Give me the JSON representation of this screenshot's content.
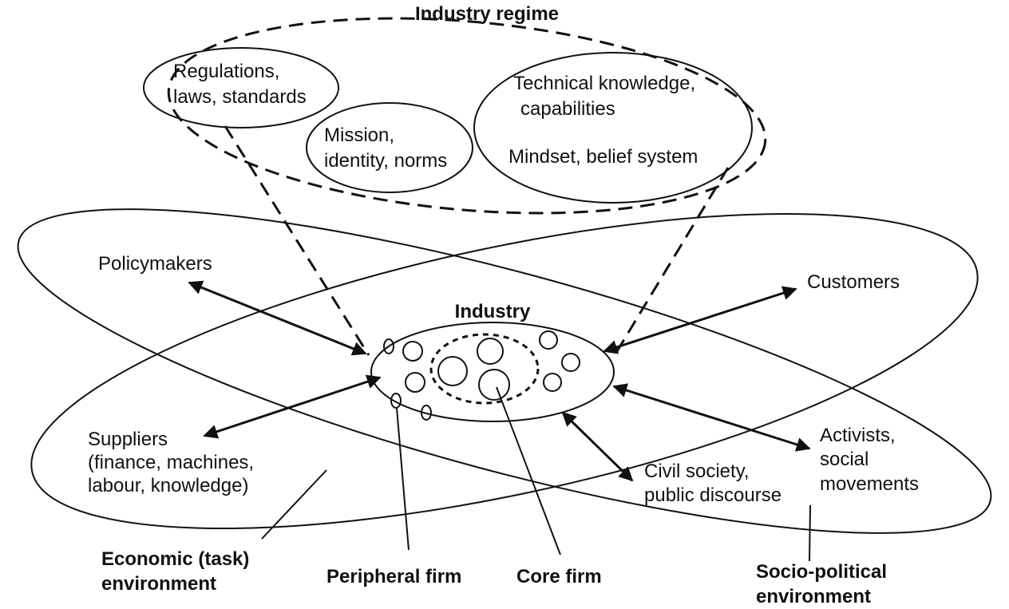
{
  "regime": {
    "title": "Industry regime",
    "regulations": [
      "Regulations,",
      "laws, standards"
    ],
    "mission": [
      "Mission,",
      "identity, norms"
    ],
    "technical": [
      "Technical knowledge,",
      "capabilities"
    ],
    "mindset": "Mindset, belief system"
  },
  "industry": {
    "title": "Industry"
  },
  "actors": {
    "policymakers": "Policymakers",
    "customers": "Customers",
    "suppliers": [
      "Suppliers",
      "(finance, machines,",
      "labour, knowledge)"
    ],
    "activists": [
      "Activists,",
      "social",
      "movements"
    ],
    "civil_society": [
      "Civil society,",
      "public discourse"
    ]
  },
  "callouts": {
    "economic": [
      "Economic (task)",
      "environment"
    ],
    "peripheral": "Peripheral firm",
    "core": "Core firm",
    "sociopolitical": [
      "Socio-political",
      "environment"
    ]
  }
}
